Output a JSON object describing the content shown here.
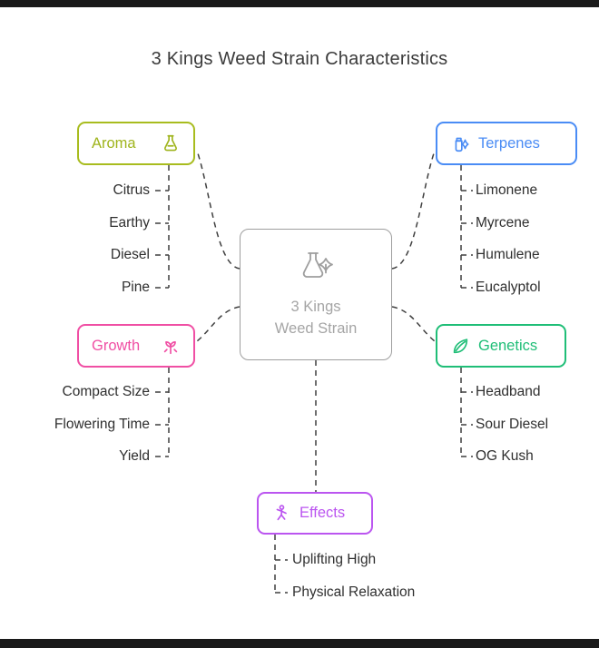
{
  "title": "3 Kings Weed Strain Characteristics",
  "center": {
    "line1": "3 Kings",
    "line2": "Weed Strain",
    "icon": "flask-cannabis-icon",
    "border_color": "#9e9e9e",
    "text_color": "#a5a5a5"
  },
  "nodes": {
    "aroma": {
      "label": "Aroma",
      "icon": "flask-icon",
      "color": "#a8bc1e",
      "items": [
        "Citrus",
        "Earthy",
        "Diesel",
        "Pine"
      ]
    },
    "terpenes": {
      "label": "Terpenes",
      "icon": "bottle-leaf-icon",
      "color": "#4a8cf5",
      "items": [
        "Limonene",
        "Myrcene",
        "Humulene",
        "Eucalyptol"
      ]
    },
    "growth": {
      "label": "Growth",
      "icon": "sprout-icon",
      "color": "#f04fa4",
      "items": [
        "Compact Size",
        "Flowering Time",
        "Yield"
      ]
    },
    "genetics": {
      "label": "Genetics",
      "icon": "leaf-plant-icon",
      "color": "#1fbe77",
      "items": [
        "Headband",
        "Sour Diesel",
        "OG Kush"
      ]
    },
    "effects": {
      "label": "Effects",
      "icon": "dancing-person-icon",
      "color": "#bb55f0",
      "items": [
        "Uplifting High",
        "Physical Relaxation"
      ]
    }
  },
  "connector_color": "#3f3f3f"
}
